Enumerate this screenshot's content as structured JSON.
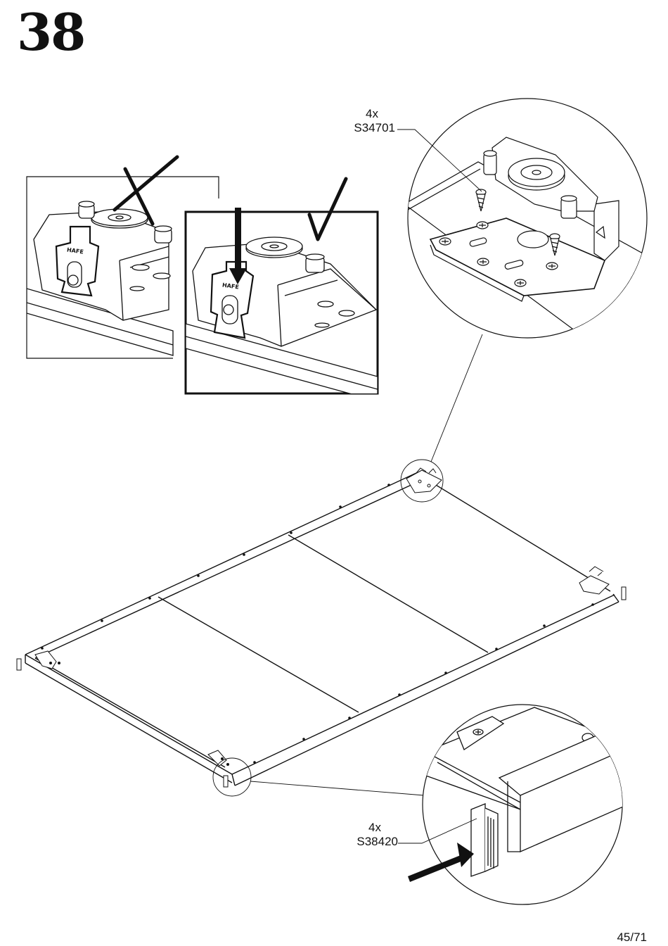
{
  "step_number": "38",
  "callouts": {
    "top": {
      "quantity": "4x",
      "part_code": "S34701"
    },
    "bottom": {
      "quantity": "4x",
      "part_code": "S38420"
    }
  },
  "hafele_clip_text": "HAFE",
  "page_number": "45/71",
  "colors": {
    "ink": "#111111",
    "paper": "#ffffff",
    "part_fill": "#f4f4f4"
  },
  "icons": [
    "cross-mark-icon",
    "check-mark-icon",
    "arrow-down-icon",
    "arrow-insert-icon",
    "screw-icon"
  ]
}
